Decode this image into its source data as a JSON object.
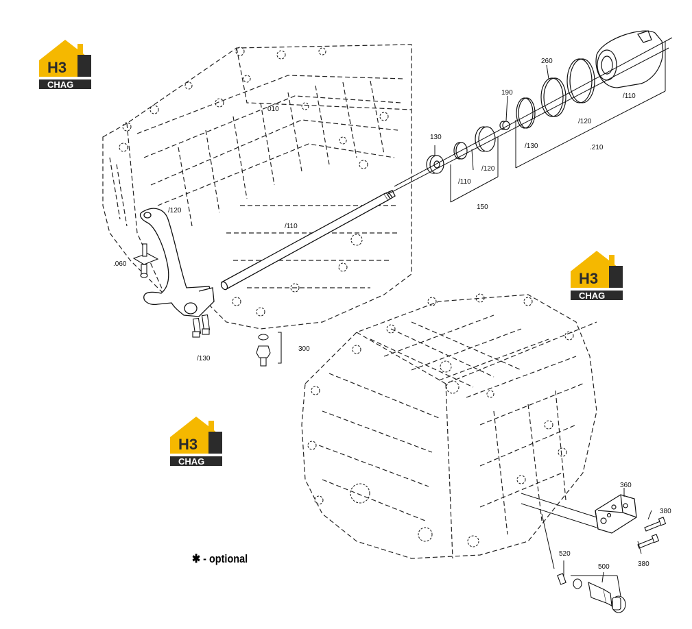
{
  "brand": {
    "logo_mark": "H3",
    "logo_name": "CHAG",
    "colors": {
      "yellow": "#f5b800",
      "dark": "#2b2b2b",
      "white": "#ffffff"
    }
  },
  "note": {
    "symbol": "✱",
    "text": "- optional"
  },
  "callouts": {
    "c010": "010",
    "c060": ".060",
    "c110a": "/110",
    "c120a": "/120",
    "c130a": "/130",
    "c300": "300",
    "c130": "130",
    "c110b": "/110",
    "c120b": "/120",
    "c150": "150",
    "c190": "190",
    "c130b": "/130",
    "c260": "260",
    "c120c": "/120",
    "c110c": "/110",
    "c210": ".210",
    "c360": "360",
    "c380a": "380",
    "c380b": "380",
    "c520": "520",
    "c500": "500"
  },
  "icons": [
    "logo-icon",
    "asterisk-icon"
  ]
}
